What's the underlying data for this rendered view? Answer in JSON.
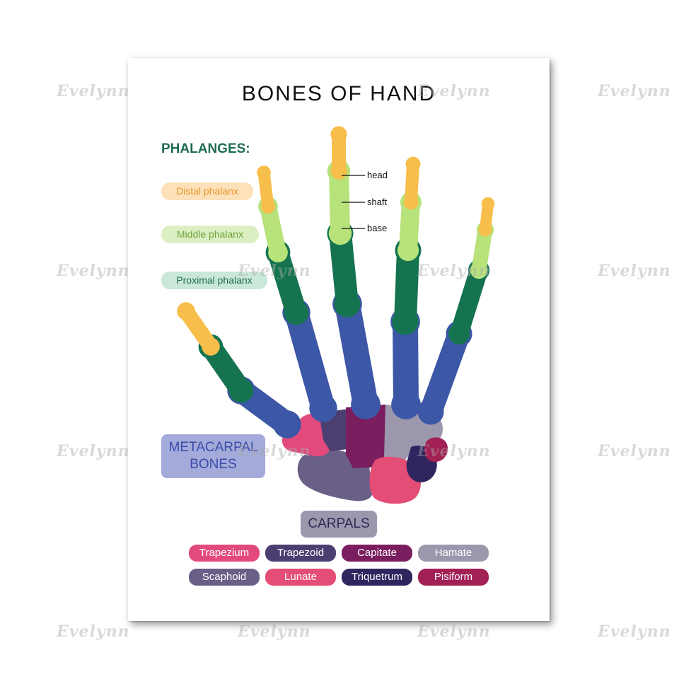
{
  "poster": {
    "title": "BONES OF HAND",
    "phalanges": {
      "heading": "PHALANGES:",
      "items": [
        {
          "label": "Distal phalanx",
          "bg": "#fde1bb",
          "fg": "#e69a2b"
        },
        {
          "label": "Middle phalanx",
          "bg": "#dcefc3",
          "fg": "#6fa43c"
        },
        {
          "label": "Proximal phalanx",
          "bg": "#c9e8d8",
          "fg": "#1f6b55"
        }
      ]
    },
    "annotations": {
      "head": "head",
      "shaft": "shaft",
      "base": "base"
    },
    "metacarpal": {
      "line1": "METACARPAL",
      "line2": "BONES"
    },
    "carpals": {
      "heading": "CARPALS",
      "items": [
        {
          "label": "Trapezium",
          "color": "#e24a7e"
        },
        {
          "label": "Trapezoid",
          "color": "#4b3f72"
        },
        {
          "label": "Capitate",
          "color": "#7a1e5f"
        },
        {
          "label": "Hamate",
          "color": "#9c97ad"
        },
        {
          "label": "Scaphoid",
          "color": "#6a5f87"
        },
        {
          "label": "Lunate",
          "color": "#e44d75"
        },
        {
          "label": "Triquetrum",
          "color": "#2f2660"
        },
        {
          "label": "Pisiform",
          "color": "#a32055"
        }
      ]
    },
    "colors": {
      "distal": "#f7be4b",
      "middle": "#b8e27a",
      "proximal": "#15744f",
      "metacarpal": "#3d57a7"
    },
    "watermark": "Evelynn"
  }
}
